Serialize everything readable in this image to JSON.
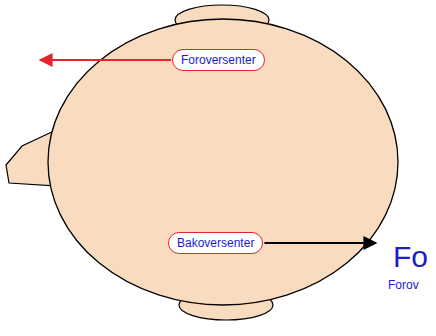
{
  "diagram": {
    "nodes": [
      {
        "text": [
          "Foroversenter"
        ]
      },
      {
        "text": [
          "Bakoversenter"
        ]
      }
    ],
    "labels": [
      "Fo",
      "Forov"
    ]
  }
}
